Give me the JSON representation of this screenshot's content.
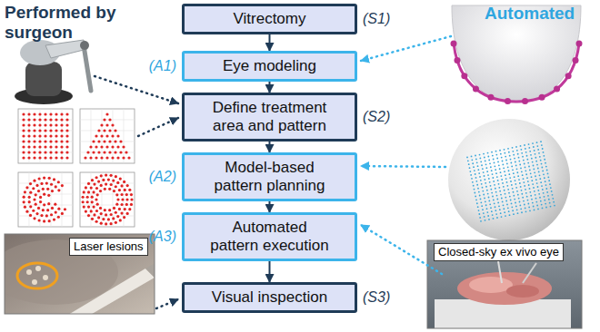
{
  "diagram": {
    "nodes": [
      {
        "text": [
          "Vitrectomy"
        ]
      },
      {
        "text": [
          "Eye modeling"
        ]
      },
      {
        "text": [
          "Define treatment area and pattern"
        ]
      },
      {
        "text": [
          "Model-based pattern planning"
        ]
      },
      {
        "text": [
          "Automated pattern execution"
        ]
      },
      {
        "text": [
          "Visual inspection"
        ]
      }
    ],
    "edges": [
      {
        "from": 0,
        "to": 1,
        "arrow": "to"
      },
      {
        "from": 1,
        "to": 2,
        "arrow": "to"
      },
      {
        "from": 2,
        "to": 3,
        "arrow": "to"
      },
      {
        "from": 3,
        "to": 4,
        "arrow": "to"
      },
      {
        "from": 4,
        "to": 5,
        "arrow": "to"
      }
    ],
    "labels": [
      "Performed by surgeon",
      "Automated",
      "(S1)",
      "(A1)",
      "(S2)",
      "(A2)",
      "(A3)",
      "(S3)",
      "Laser lesions",
      "Closed-sky ex vivo eye"
    ]
  }
}
